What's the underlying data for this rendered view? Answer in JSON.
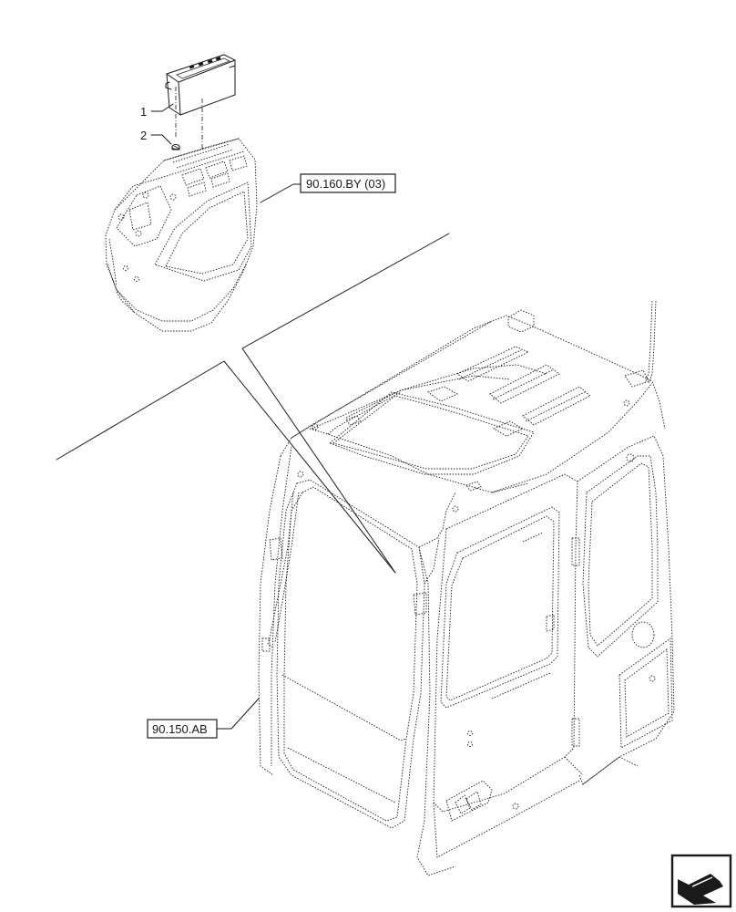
{
  "callouts": {
    "item_1": "1",
    "item_2": "2"
  },
  "references": {
    "upper": "90.160.BY (03)",
    "lower": "90.150.AB"
  },
  "icons": {
    "nav_arrow": "arrow-icon"
  }
}
